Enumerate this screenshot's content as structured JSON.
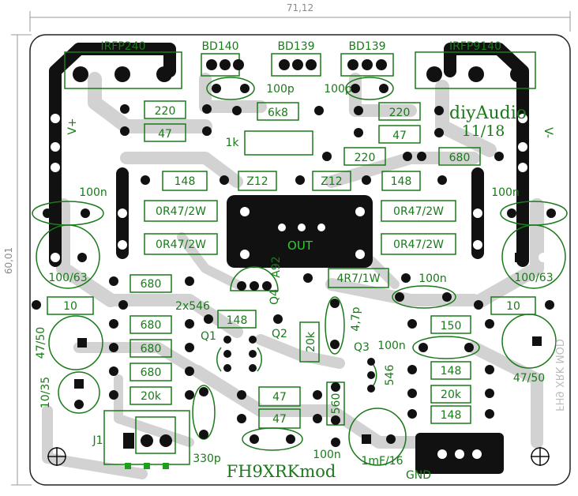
{
  "board": {
    "width_label": "71,12",
    "height_label": "60,01",
    "brand": "diyAudio",
    "date": "11/18",
    "board_name": "FH9XRKmod",
    "mirror_text": "FH9 XRK MOD"
  },
  "transistors": {
    "q_left_power": "IRFP240",
    "q_right_power": "IRFP9140",
    "bd140": "BD140",
    "bd139_a": "BD139",
    "bd139_b": "BD139",
    "q1": "Q1",
    "q2": "Q2",
    "q3": "Q3",
    "q4": "Q4",
    "a92": "A92",
    "pair": "2x546",
    "q3_type": "546"
  },
  "rails": {
    "v_plus": "V+",
    "v_minus": "V-"
  },
  "labels": {
    "r220_a": "220",
    "r47_a": "47",
    "c100p_a": "100p",
    "c100p_b": "100p",
    "r6k8": "6k8",
    "r220_b": "220",
    "r47_b": "47",
    "pot_1k": "1k",
    "r220_c": "220",
    "r680_a": "680",
    "d148_a": "148",
    "z12_a": "Z12",
    "z12_b": "Z12",
    "d148_b": "148",
    "c100n_a": "100n",
    "c100n_b": "100n",
    "r0r47_a": "0R47/2W",
    "r0r47_b": "0R47/2W",
    "r0r47_c": "0R47/2W",
    "r0r47_d": "0R47/2W",
    "out": "OUT",
    "c100_63_a": "100/63",
    "c100_63_b": "100/63",
    "r680_b": "680",
    "r4r7": "4R7/1W",
    "c100n_c": "100n",
    "r10_a": "10",
    "r10_b": "10",
    "c47_50_a": "47/50",
    "c47_50_b": "47/50",
    "r680_c": "680",
    "r680_d": "680",
    "r680_e": "680",
    "d148_c": "148",
    "c4p7": "4,7p",
    "r20k_a": "20k",
    "r150": "150",
    "c100n_d": "100n",
    "d148_d": "148",
    "r20k_b": "20k",
    "r20k_c": "20k",
    "d148_e": "148",
    "c10_35": "10/35",
    "r47_c": "47",
    "r47_d": "47",
    "r560": "560",
    "j1": "J1",
    "c330p": "330p",
    "c100n_e": "100n",
    "c1mf": "1mF/16",
    "gnd": "GND"
  }
}
